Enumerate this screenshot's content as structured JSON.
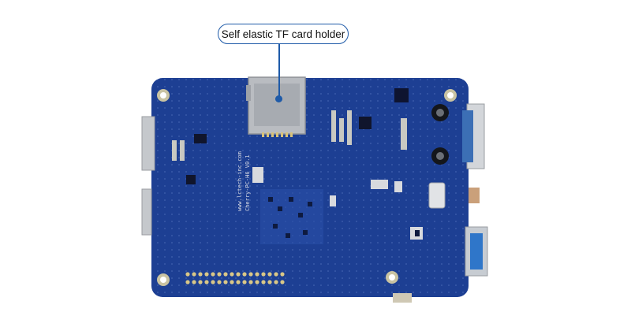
{
  "callout": {
    "label": "Self elastic TF card holder",
    "accent_color": "#1e5aa8"
  },
  "board": {
    "pcb_color": "#1d3f93",
    "silkscreen_lines": [
      "www.lctech-inc.com",
      "Cherry-PC-H6 V0.1"
    ]
  }
}
